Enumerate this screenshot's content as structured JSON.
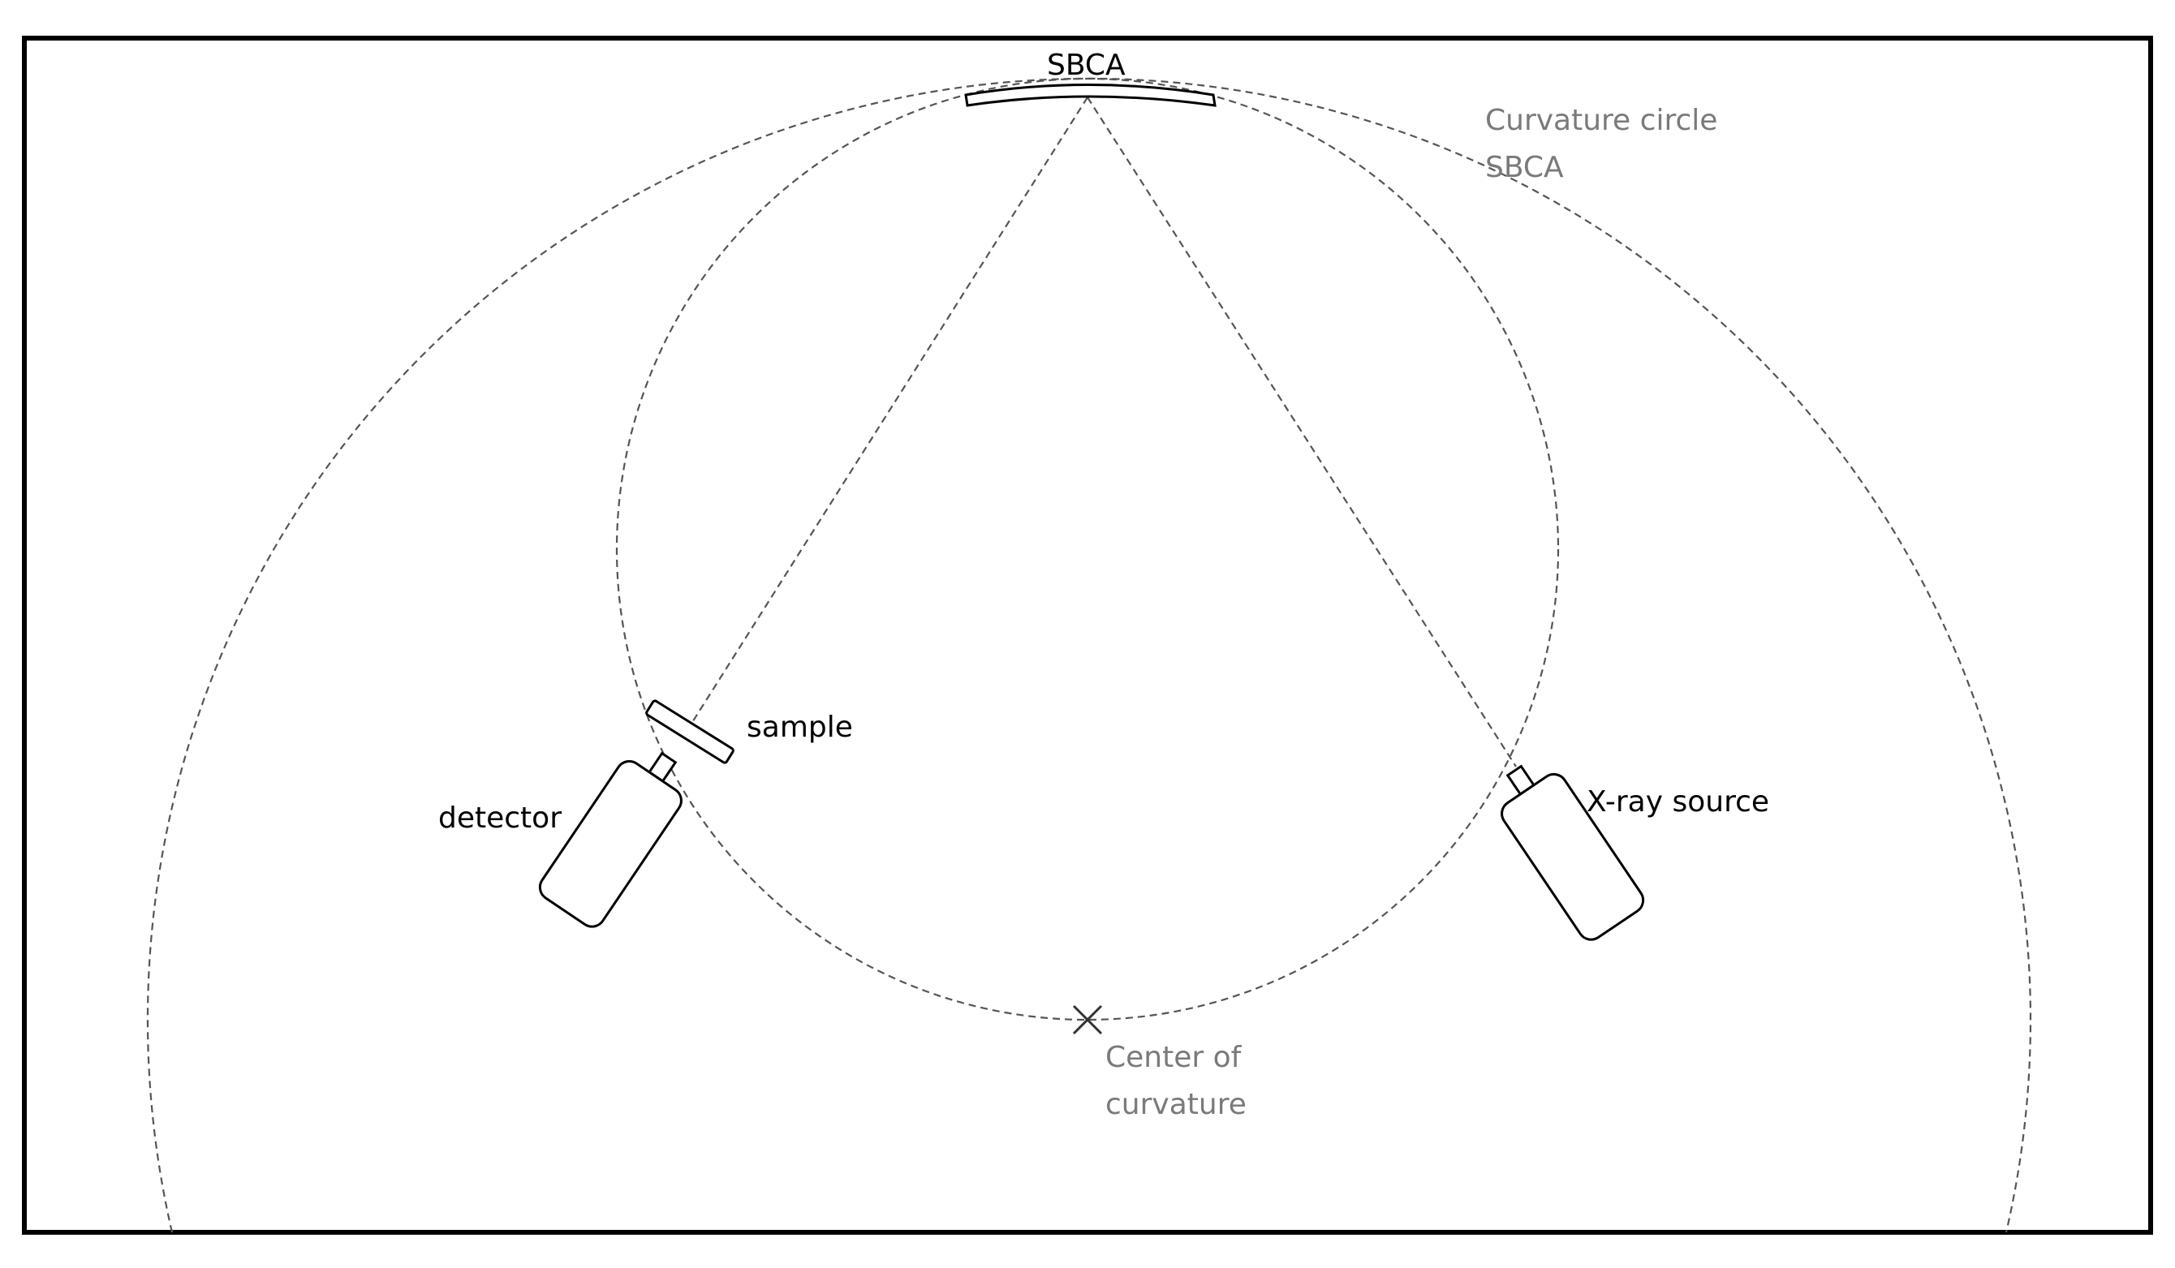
{
  "labels": {
    "sbca": "SBCA",
    "curvature_circle_line1": "Curvature circle",
    "curvature_circle_line2": "SBCA",
    "sample": "sample",
    "detector": "detector",
    "xray_source": "X-ray source",
    "center_line1": "Center of",
    "center_line2": "curvature"
  },
  "colors": {
    "primary_label": "#000000",
    "secondary_label": "#7a7a7a",
    "dashed_line": "#555555"
  }
}
